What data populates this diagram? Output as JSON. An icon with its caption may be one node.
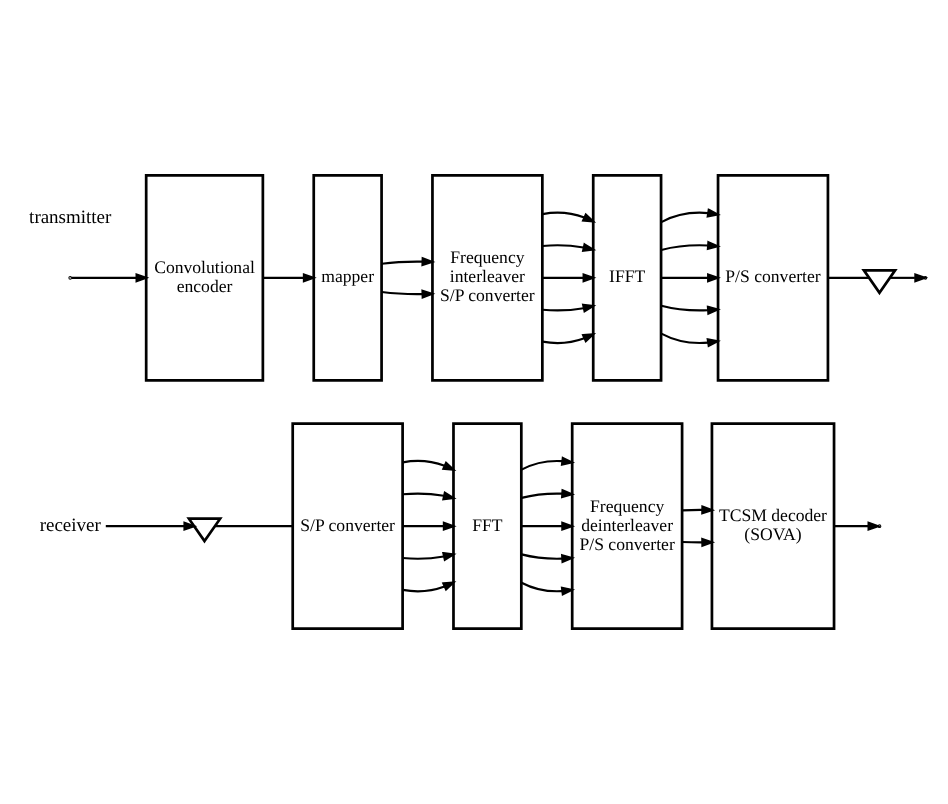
{
  "diagram": {
    "nodes": [
      {
        "text": [
          "Convolutional encoder"
        ]
      },
      {
        "text": [
          "mapper"
        ]
      },
      {
        "text": [
          "Frequency interleaver",
          "S/P converter"
        ]
      },
      {
        "text": [
          "IFFT"
        ]
      },
      {
        "text": [
          "P/S converter"
        ]
      },
      {
        "text": [],
        "shape": "antenna"
      },
      {
        "text": [
          "receiver"
        ]
      },
      {
        "text": [],
        "shape": "antenna"
      },
      {
        "text": [
          "S/P converter"
        ]
      },
      {
        "text": [
          "FFT"
        ]
      },
      {
        "text": [
          "Frequency deinterleaver",
          "P/S converter"
        ]
      },
      {
        "text": [
          "TCSM decoder (SOVA)"
        ]
      }
    ],
    "edges": [
      {
        "from": null,
        "to": 0,
        "arrow": "to"
      },
      {
        "from": 0,
        "to": 1,
        "arrow": "to"
      },
      {
        "from": 1,
        "to": 2,
        "arrow": "to"
      },
      {
        "from": 1,
        "to": 2,
        "arrow": "to"
      },
      {
        "from": 2,
        "to": 3,
        "arrow": "to"
      },
      {
        "from": 2,
        "to": 3,
        "arrow": "to"
      },
      {
        "from": 2,
        "to": 3,
        "arrow": "to"
      },
      {
        "from": 2,
        "to": 3,
        "arrow": "to"
      },
      {
        "from": 2,
        "to": 3,
        "arrow": "to"
      },
      {
        "from": 3,
        "to": 4,
        "arrow": "to"
      },
      {
        "from": 3,
        "to": 4,
        "arrow": "to"
      },
      {
        "from": 3,
        "to": 4,
        "arrow": "to"
      },
      {
        "from": 3,
        "to": 4,
        "arrow": "to"
      },
      {
        "from": 3,
        "to": 4,
        "arrow": "to"
      },
      {
        "from": 4,
        "to": 5,
        "arrow": "none"
      },
      {
        "from": 5,
        "to": null,
        "arrow": "to"
      },
      {
        "from": 6,
        "to": 7,
        "arrow": "to"
      },
      {
        "from": 7,
        "to": 8,
        "arrow": "none"
      },
      {
        "from": 8,
        "to": 9,
        "arrow": "to"
      },
      {
        "from": 8,
        "to": 9,
        "arrow": "to"
      },
      {
        "from": 8,
        "to": 9,
        "arrow": "to"
      },
      {
        "from": 8,
        "to": 9,
        "arrow": "to"
      },
      {
        "from": 8,
        "to": 9,
        "arrow": "to"
      },
      {
        "from": 9,
        "to": 10,
        "arrow": "to"
      },
      {
        "from": 9,
        "to": 10,
        "arrow": "to"
      },
      {
        "from": 9,
        "to": 10,
        "arrow": "to"
      },
      {
        "from": 9,
        "to": 10,
        "arrow": "to"
      },
      {
        "from": 9,
        "to": 10,
        "arrow": "to"
      },
      {
        "from": 10,
        "to": 11,
        "arrow": "to"
      },
      {
        "from": 10,
        "to": 11,
        "arrow": "to"
      },
      {
        "from": 11,
        "to": null,
        "arrow": "to"
      }
    ],
    "labels": [
      "transmitter"
    ]
  }
}
